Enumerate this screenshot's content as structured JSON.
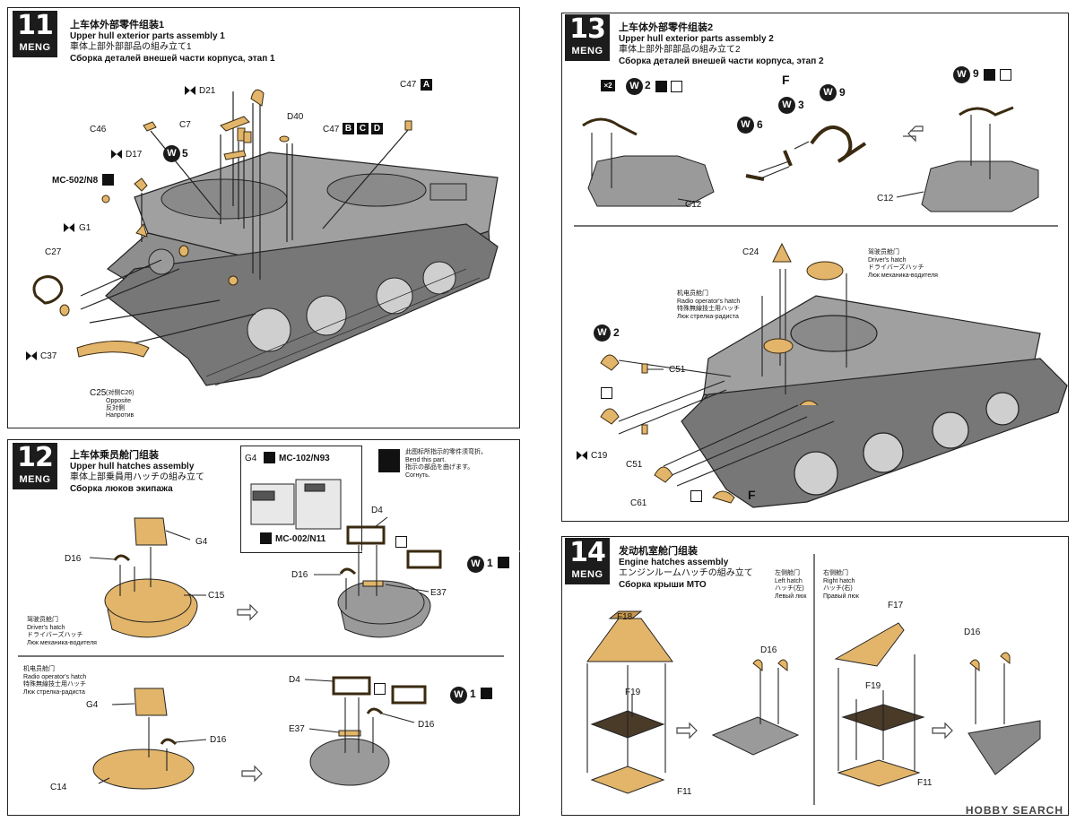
{
  "brand": "MENG",
  "step11": {
    "number": "11",
    "title_zh": "上车体外部零件组装1",
    "title_en": "Upper hull exterior parts assembly 1",
    "title_ja": "車体上部外部部品の組み立て1",
    "title_ru": "Сборка деталей внешей части корпуса, этап 1",
    "labels": {
      "d21": "D21",
      "c47a": "C47",
      "c47a_box": "A",
      "c46": "C46",
      "c7": "C7",
      "d40": "D40",
      "c47bcd": "C47",
      "box_b": "B",
      "box_c": "C",
      "box_d": "D",
      "d17": "D17",
      "w5": "5",
      "mc502": "MC-502/N8",
      "g1": "G1",
      "c27": "C27",
      "c37": "C37",
      "c25": "C25",
      "c25_note": "(对侧C26)",
      "c25_en": "Opposite",
      "c25_ja": "反対側",
      "c25_ru": "Напротив"
    }
  },
  "step12": {
    "number": "12",
    "title_zh": "上车体乘员舱门组装",
    "title_en": "Upper hull hatches assembly",
    "title_ja": "車体上部乗員用ハッチの組み立て",
    "title_ru": "Сборка люков экипажа",
    "inset": {
      "g4": "G4",
      "mc102": "MC-102/N93",
      "mc002": "MC-002/N11"
    },
    "bend_note": {
      "zh": "此图标所指示的零件须弯折。",
      "en": "Bend this part.",
      "ja": "指示の部品を曲げます。",
      "ru": "Согнуть."
    },
    "labels": {
      "g4a": "G4",
      "d16a": "D16",
      "c15": "C15",
      "d4a": "D4",
      "d16b": "D16",
      "e37a": "E37",
      "w1a": "1",
      "drv_zh": "驾驶员舱门",
      "drv_en": "Driver's hatch",
      "drv_ja": "ドライバーズハッチ",
      "drv_ru": "Люк механика-водителя",
      "rad_zh": "机电员舱门",
      "rad_en": "Radio operator's hatch",
      "rad_ja": "特殊無線技士用ハッチ",
      "rad_ru": "Люк стрелка-радиста",
      "g4b": "G4",
      "d16c": "D16",
      "c14": "C14",
      "d4b": "D4",
      "e37b": "E37",
      "d16d": "D16",
      "w1b": "1"
    }
  },
  "step13": {
    "number": "13",
    "title_zh": "上车体外部零件组装2",
    "title_en": "Upper hull exterior parts assembly 2",
    "title_ja": "車体上部外部部品の組み立て2",
    "title_ru": "Сборка деталей внешей части корпуса, этап 2",
    "labels": {
      "x2": "×2",
      "w2a": "2",
      "c12a": "C12",
      "f": "F",
      "w3": "3",
      "w9a": "9",
      "w6": "6",
      "w9b": "9",
      "c12b": "C12",
      "c24": "C24",
      "drv_zh": "驾驶员舱门",
      "drv_en": "Driver's hatch",
      "drv_ja": "ドライバーズハッチ",
      "drv_ru": "Люк механика-водителя",
      "rad_zh": "机电员舱门",
      "rad_en": "Radio operator's hatch",
      "rad_ja": "特殊無線技士用ハッチ",
      "rad_ru": "Люк стрелка-радиста",
      "w2b": "2",
      "c51a": "C51",
      "c19": "C19",
      "c51b": "C51",
      "c61": "C61",
      "f2": "F"
    }
  },
  "step14": {
    "number": "14",
    "title_zh": "发动机室舱门组装",
    "title_en": "Engine hatches assembly",
    "title_ja": "エンジンルームハッチの組み立て",
    "title_ru": "Сборка крыши МТО",
    "left": {
      "zh": "左侧舱门",
      "en": "Left hatch",
      "ja": "ハッチ(左)",
      "ru": "Левый люк"
    },
    "right": {
      "zh": "右侧舱门",
      "en": "Right hatch",
      "ja": "ハッチ(右)",
      "ru": "Правый люк"
    },
    "labels": {
      "f18": "F18",
      "f19a": "F19",
      "f11a": "F11",
      "d16a": "D16",
      "f17": "F17",
      "f19b": "F19",
      "f11b": "F11",
      "d16b": "D16"
    }
  },
  "watermark": "HOBBY SEARCH",
  "colors": {
    "part_tan": "#E2B56A",
    "hull_grey": "#9A9A9A",
    "dark_grey": "#6E6E6E",
    "dark_brown": "#4A3A28"
  }
}
